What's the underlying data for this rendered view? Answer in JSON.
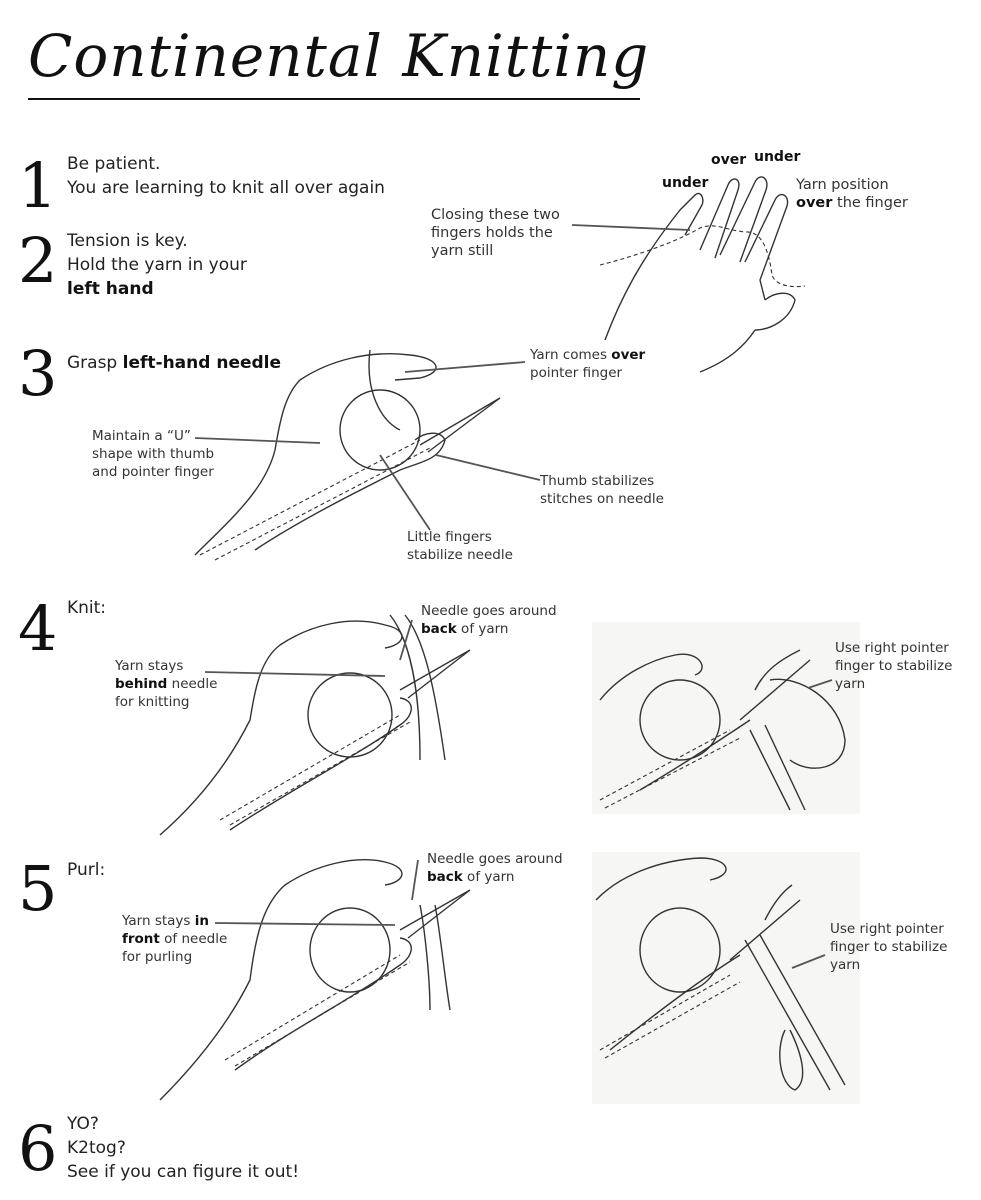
{
  "title": "Continental Knitting",
  "steps": [
    {
      "number": "1",
      "lines": [
        "Be patient.",
        "You are learning to knit all over again"
      ]
    },
    {
      "number": "2",
      "lines": [
        "Tension is key.",
        "Hold the yarn in your"
      ],
      "bold_line": "left hand"
    },
    {
      "number": "3",
      "text": "Grasp ",
      "bold": "left-hand needle"
    },
    {
      "number": "4",
      "text": "Knit:"
    },
    {
      "number": "5",
      "text": "Purl:"
    },
    {
      "number": "6",
      "lines": [
        "YO?",
        "K2tog?",
        "See if you can figure it out!"
      ]
    }
  ],
  "labels": {
    "hand": {
      "under_left": "under",
      "over": "over",
      "under_right": "under",
      "yarn_position_1": "Yarn position",
      "yarn_position_bold": "over",
      "yarn_position_2": " the finger",
      "closing_1": "Closing these two",
      "closing_2": "fingers holds the",
      "closing_3": "yarn still"
    },
    "grasp": {
      "yarn_comes_1": "Yarn comes ",
      "yarn_comes_bold": "over",
      "yarn_comes_2": "pointer finger",
      "maintain_1": "Maintain a “U”",
      "maintain_2": "shape with thumb",
      "maintain_3": "and pointer finger",
      "thumb_1": "Thumb stabilizes",
      "thumb_2": "stitches on needle",
      "little_1": "Little fingers",
      "little_2": "stabilize needle"
    },
    "knit": {
      "needle_1": "Needle goes around",
      "needle_bold": "back",
      "needle_2": " of yarn",
      "behind_1": "Yarn stays",
      "behind_bold": "behind",
      "behind_2": " needle",
      "behind_3": "for knitting",
      "right_1": "Use right pointer",
      "right_2": "finger to stabilize",
      "right_3": "yarn"
    },
    "purl": {
      "needle_1": "Needle goes around",
      "needle_bold": "back",
      "needle_2": " of yarn",
      "front_1": "Yarn stays ",
      "front_bold1": "in",
      "front_bold2": "front",
      "front_2": " of needle",
      "front_3": "for purling",
      "right_1": "Use right pointer",
      "right_2": "finger to stabilize",
      "right_3": "yarn"
    }
  }
}
